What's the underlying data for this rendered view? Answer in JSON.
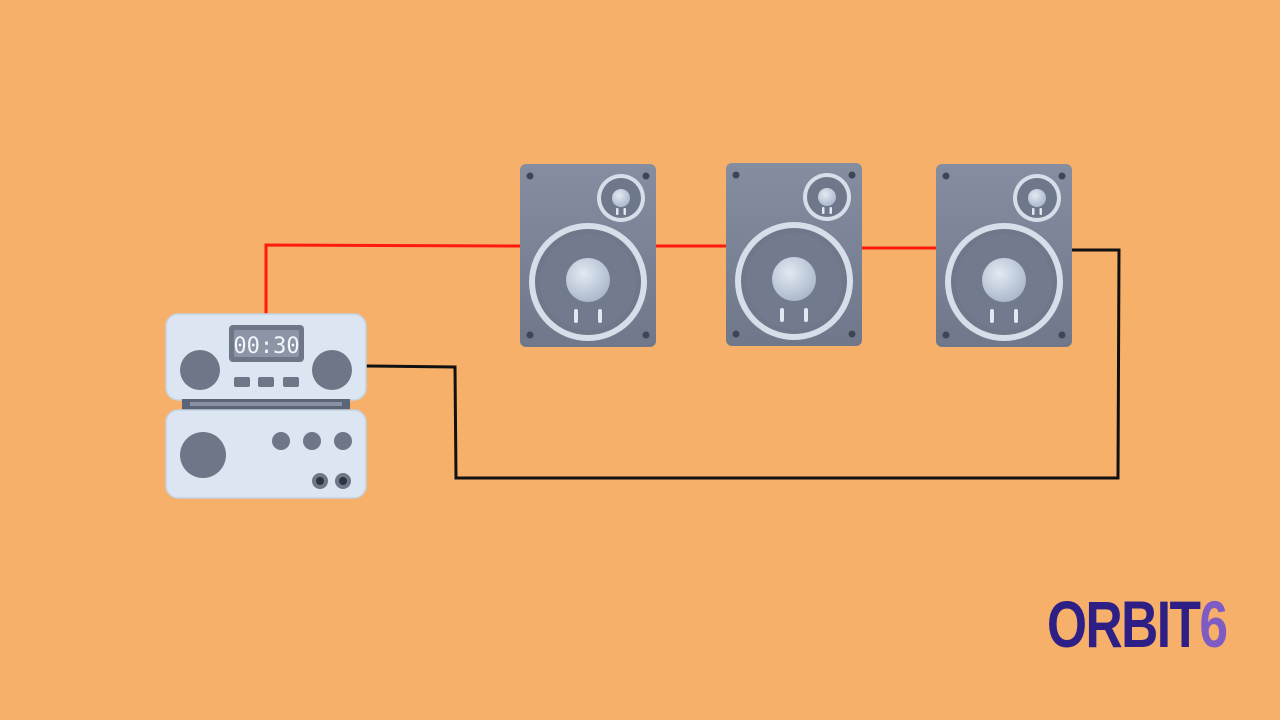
{
  "diagram": {
    "receiver": {
      "display_time": "00:30"
    },
    "speaker_count": 3,
    "wires": {
      "positive_color": "#FF1A10",
      "negative_color": "#111111"
    },
    "colors": {
      "background": "#F6B06A",
      "speaker_body": "#7D8698",
      "device_body": "#DCE6F2"
    }
  },
  "logo": {
    "text": "ORBIT",
    "number": "6"
  }
}
